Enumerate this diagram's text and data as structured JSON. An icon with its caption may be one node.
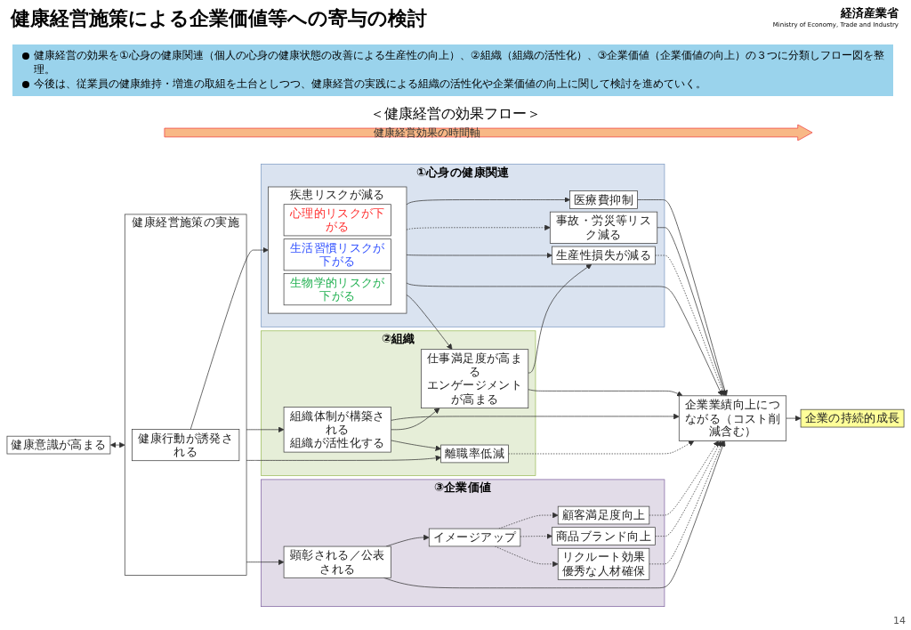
{
  "diagram": {
    "title": "健康経営施策による企業価値等への寄与の検討",
    "nodes": [
      {
        "text": [
          "健康意識が高まる"
        ]
      },
      {
        "text": [
          "健康経営施策の実施"
        ]
      },
      {
        "text": [
          "健康行動が誘発される"
        ],
        "in": 1
      },
      {
        "text": [
          "①心身の健康関連"
        ]
      },
      {
        "text": [
          "疾患リスクが減る"
        ],
        "in": 3
      },
      {
        "text": [
          "心理的リスクが下がる"
        ],
        "in": 4
      },
      {
        "text": [
          "生活習慣リスクが下がる"
        ],
        "in": 4
      },
      {
        "text": [
          "生物学的リスクが下がる"
        ],
        "in": 4
      },
      {
        "text": [
          "医療費抑制"
        ],
        "in": 3
      },
      {
        "text": [
          "事故・労災等リスク減る"
        ],
        "in": 3
      },
      {
        "text": [
          "生産性損失が減る"
        ],
        "in": 3
      },
      {
        "text": [
          "②組織"
        ]
      },
      {
        "text": [
          "組織体制が構築される",
          "組織が活性化する"
        ],
        "in": 11
      },
      {
        "text": [
          "仕事満足度が高まる",
          "エンゲージメントが高まる"
        ],
        "in": 11
      },
      {
        "text": [
          "離職率低減"
        ],
        "in": 11
      },
      {
        "text": [
          "③企業価値"
        ]
      },
      {
        "text": [
          "顕彰される／公表される"
        ],
        "in": 15
      },
      {
        "text": [
          "イメージアップ"
        ],
        "in": 15
      },
      {
        "text": [
          "顧客満足度向上"
        ],
        "in": 15
      },
      {
        "text": [
          "商品ブランド向上"
        ],
        "in": 15
      },
      {
        "text": [
          "リクルート効果",
          "優秀な人材確保"
        ],
        "in": 15
      },
      {
        "text": [
          "企業業績向上につながる（コスト削減含む）"
        ]
      },
      {
        "text": [
          "企業の持続的成長"
        ]
      }
    ],
    "edges": [
      {
        "from": 0,
        "to": 1,
        "arrow": "both"
      },
      {
        "from": 2,
        "to": 4,
        "arrow": "to"
      },
      {
        "from": 4,
        "to": 8,
        "arrow": "to"
      },
      {
        "from": 4,
        "to": 9,
        "arrow": "to",
        "style": "dashed"
      },
      {
        "from": 4,
        "to": 10,
        "arrow": "to"
      },
      {
        "from": 8,
        "to": 21,
        "arrow": "to"
      },
      {
        "from": 9,
        "to": 21,
        "arrow": "to"
      },
      {
        "from": 10,
        "to": 21,
        "arrow": "to",
        "style": "dashed"
      },
      {
        "from": 4,
        "to": 21,
        "arrow": "to"
      },
      {
        "from": 4,
        "to": 13,
        "arrow": "to"
      },
      {
        "from": 1,
        "to": 12,
        "arrow": "to"
      },
      {
        "from": 12,
        "to": 21,
        "arrow": "to"
      },
      {
        "from": 12,
        "to": 13,
        "arrow": "to"
      },
      {
        "from": 12,
        "to": 14,
        "arrow": "to"
      },
      {
        "from": 1,
        "to": 14,
        "arrow": "to"
      },
      {
        "from": 13,
        "to": 10,
        "arrow": "to"
      },
      {
        "from": 13,
        "to": 21,
        "arrow": "to"
      },
      {
        "from": 14,
        "to": 21,
        "arrow": "to",
        "style": "dashed"
      },
      {
        "from": 1,
        "to": 16,
        "arrow": "to"
      },
      {
        "from": 16,
        "to": 17,
        "arrow": "to"
      },
      {
        "from": 17,
        "to": 18,
        "arrow": "to",
        "style": "dashed"
      },
      {
        "from": 17,
        "to": 19,
        "arrow": "to",
        "style": "dashed"
      },
      {
        "from": 17,
        "to": 20,
        "arrow": "to",
        "style": "dashed"
      },
      {
        "from": 18,
        "to": 21,
        "arrow": "to",
        "style": "dashed"
      },
      {
        "from": 19,
        "to": 21,
        "arrow": "to",
        "style": "dashed"
      },
      {
        "from": 20,
        "to": 21,
        "arrow": "to",
        "style": "dashed"
      },
      {
        "from": 16,
        "to": 21,
        "arrow": "to"
      },
      {
        "from": 21,
        "to": 22,
        "arrow": "to"
      }
    ],
    "labels": [
      "健康経営の効果を①心身の健康関連（個人の心身の健康状態の改善による生産性の向上）、②組織（組織の活性化）、③企業価値（企業価値の向上）の３つに分類しフロー図を整理。",
      "今後は、従業員の健康維持・増進の取組を土台としつつ、健康経営の実践による組織の活性化や企業価値の向上に関して検討を進めていく。",
      "＜健康経営の効果フロー＞",
      "健康経営効果の時間軸",
      "経済産業省",
      "Ministry of Economy, Trade and Industry",
      "14"
    ]
  }
}
